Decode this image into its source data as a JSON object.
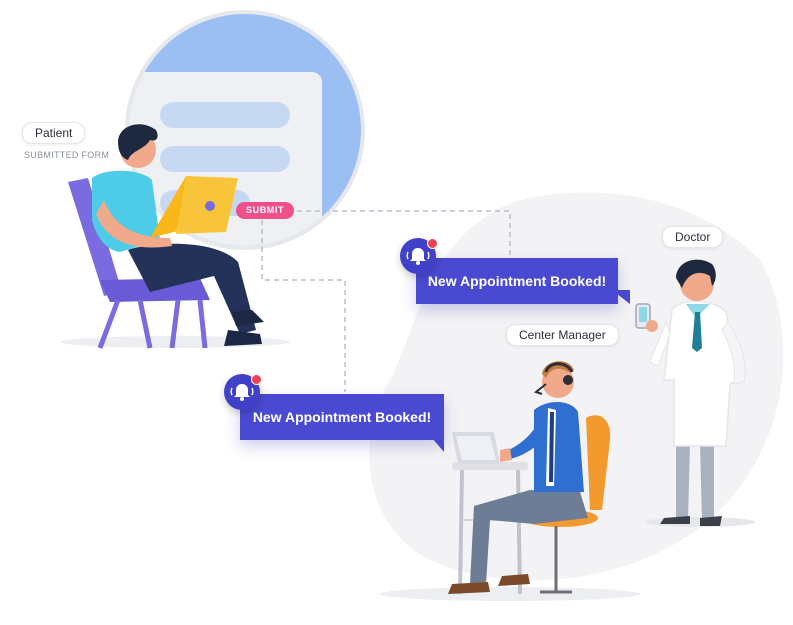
{
  "roles": {
    "patient": {
      "label": "Patient",
      "sublabel": "SUBMITTED FORM"
    },
    "doctor": {
      "label": "Doctor"
    },
    "center_manager": {
      "label": "Center Manager"
    }
  },
  "form": {
    "submit_label": "SUBMIT"
  },
  "notifications": [
    {
      "text": "New Appointment Booked!",
      "icon": "bell-icon"
    },
    {
      "text": "New Appointment Booked!",
      "icon": "bell-icon"
    }
  ],
  "colors": {
    "notice": "#4949d1",
    "bell": "#4040c9",
    "badge_dot": "#ef4158",
    "submit": "#f0508a",
    "form_accent": "#9bbff3",
    "patient_shirt": "#4ecbe6",
    "laptop": "#f9b719",
    "chair_purple": "#7b6be0",
    "manager_shirt": "#2f6fd0",
    "manager_chair": "#f29a2e"
  }
}
